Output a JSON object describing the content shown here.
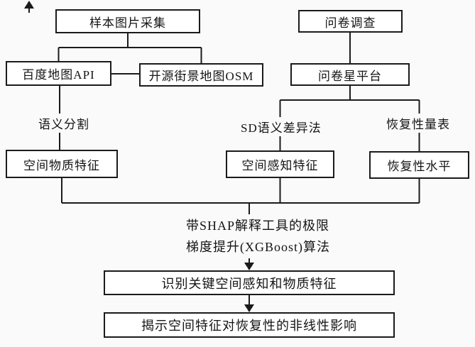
{
  "colors": {
    "line": "#1b1b1b",
    "box_background": "#ffffff",
    "page_background": "#fafafa"
  },
  "nodes": {
    "sample_collection": {
      "label": "样本图片采集"
    },
    "questionnaire": {
      "label": "问卷调查"
    },
    "baidu_api": {
      "label": "百度地图API"
    },
    "osm": {
      "label": "开源街景地图OSM"
    },
    "wenjuanxing": {
      "label": "问卷星平台"
    },
    "spatial_material": {
      "label": "空间物质特征"
    },
    "spatial_perception": {
      "label": "空间感知特征"
    },
    "restorative_level": {
      "label": "恢复性水平"
    },
    "identify": {
      "label": "识别关键空间感知和物质特征"
    },
    "reveal": {
      "label": "揭示空间特征对恢复性的非线性影响"
    }
  },
  "edge_labels": {
    "semantic_segmentation": "语义分割",
    "sd_method": "SD语义差异法",
    "restorative_scale": "恢复性量表"
  },
  "process_text": {
    "line1": "带SHAP解释工具的极限",
    "line2": "梯度提升(XGBoost)算法"
  },
  "icons": {
    "up_arrow": "arrow-up"
  }
}
